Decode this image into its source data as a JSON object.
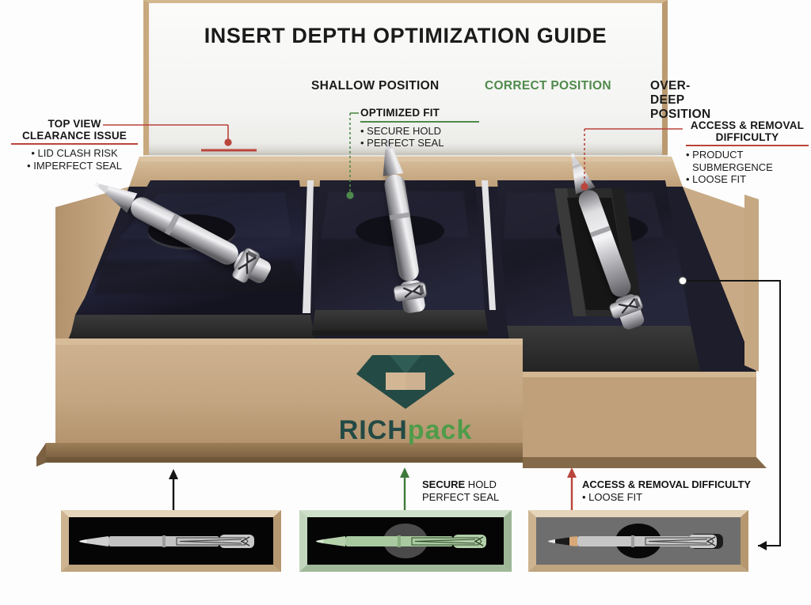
{
  "header": {
    "title": "INSERT DEPTH OPTIMIZATION GUIDE",
    "positions": [
      {
        "label": "SHALLOW POSITION",
        "color": "#1b1b1b"
      },
      {
        "label": "CORRECT POSITION",
        "color": "#4f8a4c"
      },
      {
        "label": "OVER-DEEP POSITION",
        "color": "#1b1b1b"
      }
    ]
  },
  "callouts": {
    "left": {
      "title_line1": "TOP VIEW",
      "title_line2": "CLEARANCE ISSUE",
      "rule_color": "#b9453c",
      "items": [
        "• LID CLASH RISK",
        "• IMPERFECT SEAL"
      ]
    },
    "center": {
      "title_line1": "OPTIMIZED FIT",
      "title_line2": "",
      "rule_color": "#4f8a4c",
      "items": [
        "• SECURE HOLD",
        "• PERFECT SEAL"
      ]
    },
    "right": {
      "title_line1": "ACCESS & REMOVAL",
      "title_line2": "DIFFICULTY",
      "rule_color": "#b9453c",
      "items": [
        "• PRODUCT",
        "  SUBMERGENCE",
        "• LOOSE FIT"
      ]
    }
  },
  "bottom_labels": {
    "center": {
      "line1_strong": "SECURE",
      "line1_rest": " HOLD",
      "line2": "PERFECT SEAL",
      "arrow_color": "#3f7a3c"
    },
    "right": {
      "line1": "ACCESS & REMOVAL DIFFICULTY",
      "line2": "• LOOSE FIT",
      "arrow_color": "#b9453c"
    },
    "left": {
      "arrow_color": "#151515"
    }
  },
  "thumbnails": [
    {
      "name": "shallow-topview",
      "bg": "#050505",
      "frame": "#d8c3a2",
      "pen_color": "#bfbfbf",
      "cavity": "none"
    },
    {
      "name": "correct-topview",
      "bg": "#050505",
      "frame": "#b9cfb4",
      "pen_color": "#a9c9a0",
      "cavity": "#4a4a4a"
    },
    {
      "name": "overdeep-topview",
      "bg": "#6e6e6e",
      "frame": "#d8c3a2",
      "pen_color": "#c6c6c6",
      "cavity": "#090909"
    }
  ],
  "brand": {
    "word_part1": "RICH",
    "word_part2": "pack",
    "color1": "#234a45",
    "color2": "#4f9b4a",
    "mark": "diamond-gem-mark"
  },
  "colors": {
    "kraft_front": "#c4a582",
    "kraft_rim": "#cdb08c",
    "kraft_base": "#8a6f4e",
    "foam_velvet": "#1a1a28",
    "foam_black": "#2e2e2e",
    "accent_red": "#b9453c",
    "accent_green": "#4f8a4c",
    "pen_silver": "#c9c9cb"
  }
}
